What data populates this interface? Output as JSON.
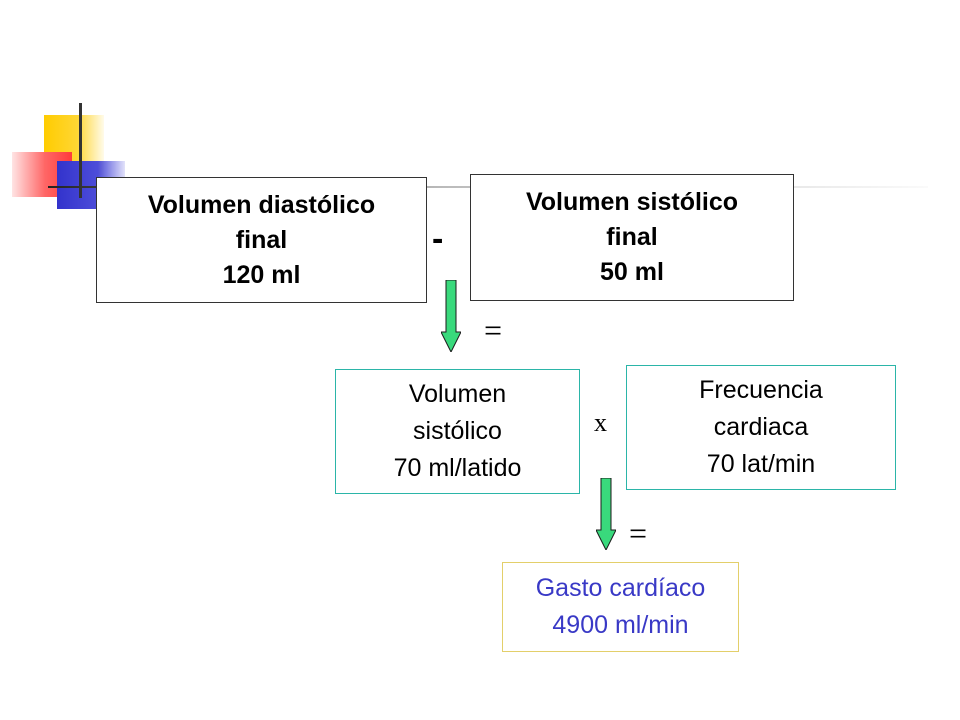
{
  "diagram": {
    "box_diastolic": {
      "line1": "Volumen diastólico",
      "line2": "final",
      "line3": "120 ml"
    },
    "box_systolic_end": {
      "line1": "Volumen sistólico",
      "line2": "final",
      "line3": "50 ml"
    },
    "box_stroke": {
      "line1": "Volumen",
      "line2": "sistólico",
      "line3": "70 ml/latido"
    },
    "box_heart_rate": {
      "line1": "Frecuencia",
      "line2": "cardiaca",
      "line3": "70  lat/min"
    },
    "box_output": {
      "line1": "Gasto cardíaco",
      "line2": "4900 ml/min"
    },
    "operators": {
      "minus": "-",
      "equals1": "=",
      "times": "x",
      "equals2": "="
    }
  },
  "colors": {
    "arrow_fill": "#39d97c",
    "teal_border": "#2bb5a8",
    "output_text": "#3939c6",
    "output_border": "#e3cf6a"
  },
  "icons": [
    "down-arrow-icon",
    "logo-squares-icon"
  ]
}
